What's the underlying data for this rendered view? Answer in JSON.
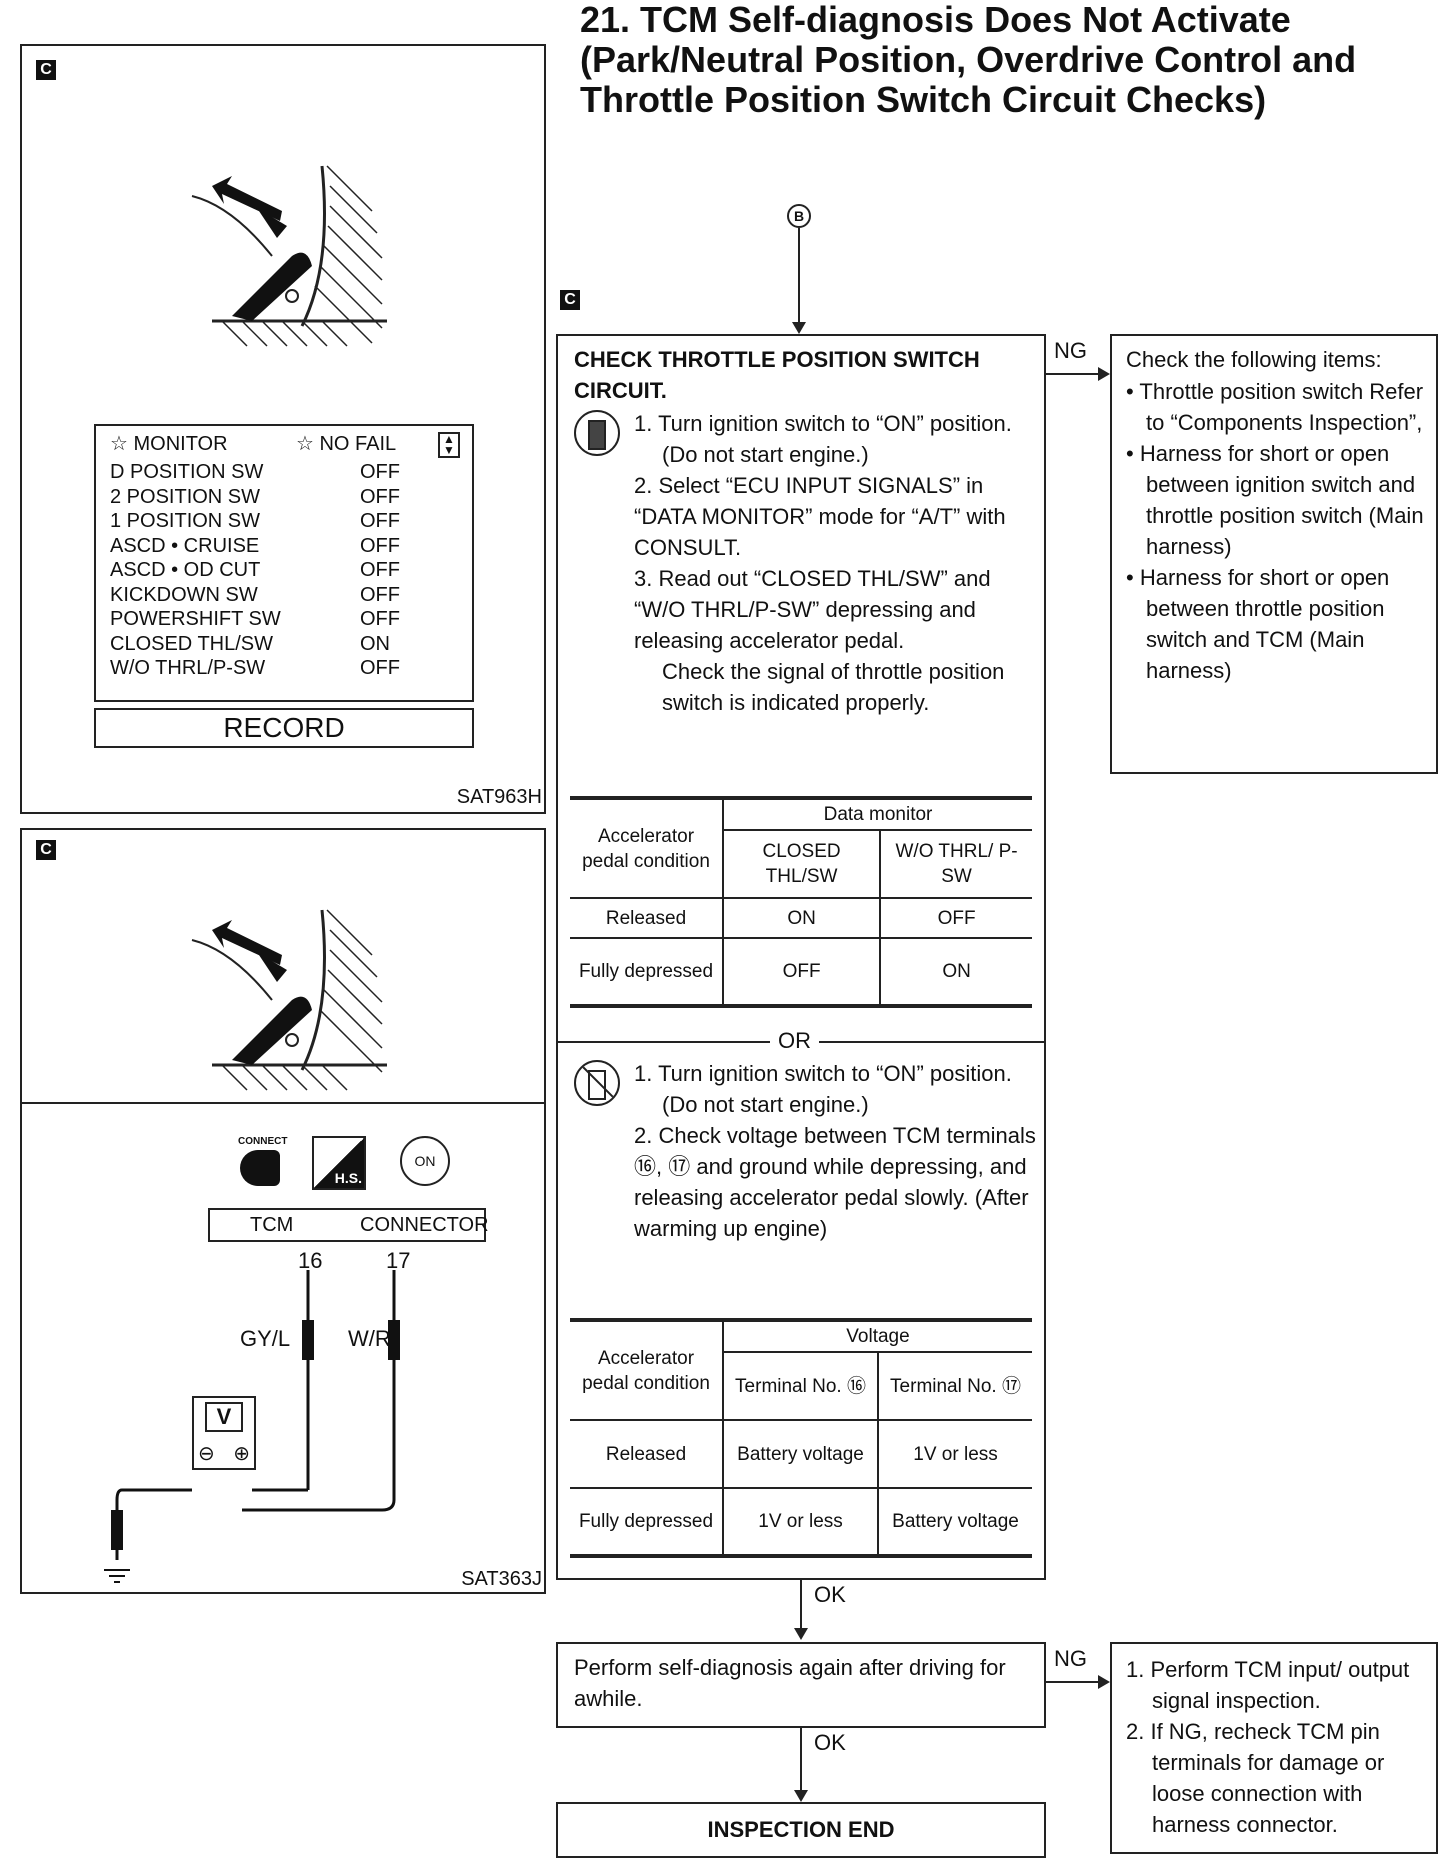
{
  "title": {
    "line1": "21. TCM Self-diagnosis Does Not Activate",
    "line2": "(Park/Neutral Position, Overdrive Control and",
    "line3": "Throttle Position Switch Circuit Checks)"
  },
  "marker_c": "C",
  "marker_b": "B",
  "left_top": {
    "monitor_header": "☆ MONITOR",
    "monitor_status": "☆ NO FAIL",
    "rows": [
      {
        "name": "D POSITION SW",
        "value": "OFF"
      },
      {
        "name": "2 POSITION SW",
        "value": "OFF"
      },
      {
        "name": "1 POSITION SW",
        "value": "OFF"
      },
      {
        "name": "ASCD • CRUISE",
        "value": "OFF"
      },
      {
        "name": "ASCD • OD CUT",
        "value": "OFF"
      },
      {
        "name": "KICKDOWN SW",
        "value": "OFF"
      },
      {
        "name": "POWERSHIFT SW",
        "value": "OFF"
      },
      {
        "name": "CLOSED THL/SW",
        "value": "ON"
      },
      {
        "name": "W/O THRL/P-SW",
        "value": "OFF"
      }
    ],
    "record_button": "RECORD",
    "figure_code": "SAT963H"
  },
  "left_bottom": {
    "connect_label": "CONNECT",
    "hs_label": "H.S.",
    "on_label": "ON",
    "tcm_label": "TCM",
    "connector_label": "CONNECTOR",
    "pin16": "16",
    "pin17": "17",
    "wire16": "GY/L",
    "wire17": "W/R",
    "meter": "V",
    "meter_minus": "⊖",
    "meter_plus": "⊕",
    "figure_code": "SAT363J"
  },
  "check": {
    "heading": "CHECK THROTTLE POSITION SWITCH CIRCUIT.",
    "steps_a": [
      "1. Turn ignition switch to “ON” position.",
      "(Do not start engine.)",
      "2. Select “ECU INPUT SIGNALS” in “DATA MONITOR” mode for “A/T” with CONSULT.",
      "3. Read out “CLOSED THL/SW” and “W/O THRL/P-SW” depressing and releasing accelerator pedal.",
      "Check the signal of throttle position switch is indicated properly."
    ],
    "table_a": {
      "col0": "Accelerator pedal condition",
      "group": "Data monitor",
      "col1": "CLOSED THL/SW",
      "col2": "W/O THRL/ P-SW",
      "rows": [
        {
          "cond": "Released",
          "a": "ON",
          "b": "OFF"
        },
        {
          "cond": "Fully depressed",
          "a": "OFF",
          "b": "ON"
        }
      ]
    },
    "or_label": "OR",
    "steps_b": [
      "1. Turn ignition switch to “ON” position.",
      "(Do not start engine.)",
      "2. Check voltage between TCM terminals ⑯, ⑰ and ground while depressing, and releasing accelerator pedal slowly. (After warming up engine)"
    ],
    "table_b": {
      "col0": "Accelerator pedal condition",
      "group": "Voltage",
      "col1": "Terminal No. ⑯",
      "col2": "Terminal No. ⑰",
      "rows": [
        {
          "cond": "Released",
          "a": "Battery voltage",
          "b": "1V or less"
        },
        {
          "cond": "Fully depressed",
          "a": "1V or less",
          "b": "Battery voltage"
        }
      ]
    }
  },
  "ng_label": "NG",
  "ok_label": "OK",
  "ng_box_1": {
    "heading": "Check the following items:",
    "items": [
      "Throttle position switch Refer to “Components Inspection”,",
      "Harness for short or open between ignition switch and throttle position switch (Main harness)",
      "Harness for short or open between throttle position switch and TCM (Main harness)"
    ]
  },
  "self_diag": "Perform self-diagnosis again after driving for awhile.",
  "ng_box_2": [
    "1. Perform TCM input/ output signal inspection.",
    "2. If NG, recheck TCM pin terminals for damage or loose connection with harness connector."
  ],
  "end": "INSPECTION END"
}
